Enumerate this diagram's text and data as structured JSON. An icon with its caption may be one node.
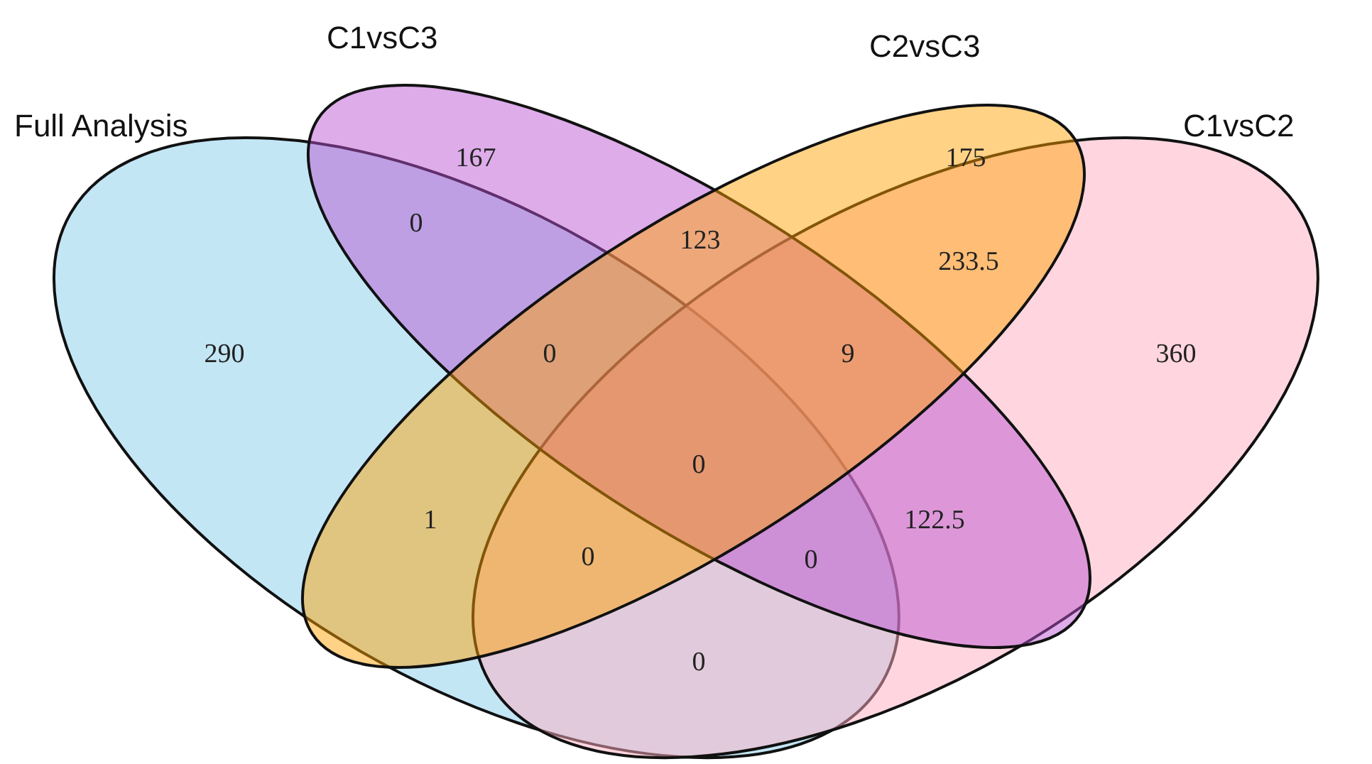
{
  "diagram": {
    "nodes": [
      {
        "text": [
          "Full Analysis"
        ]
      },
      {
        "text": [
          "C1vsC3"
        ]
      },
      {
        "text": [
          "C2vsC3"
        ]
      },
      {
        "text": [
          "C1vsC2"
        ]
      }
    ],
    "labels": [
      "167",
      "175",
      "123",
      "0",
      "233.5",
      "290",
      "0",
      "9",
      "360",
      "0",
      "1",
      "122.5",
      "0",
      "0",
      "0"
    ]
  }
}
